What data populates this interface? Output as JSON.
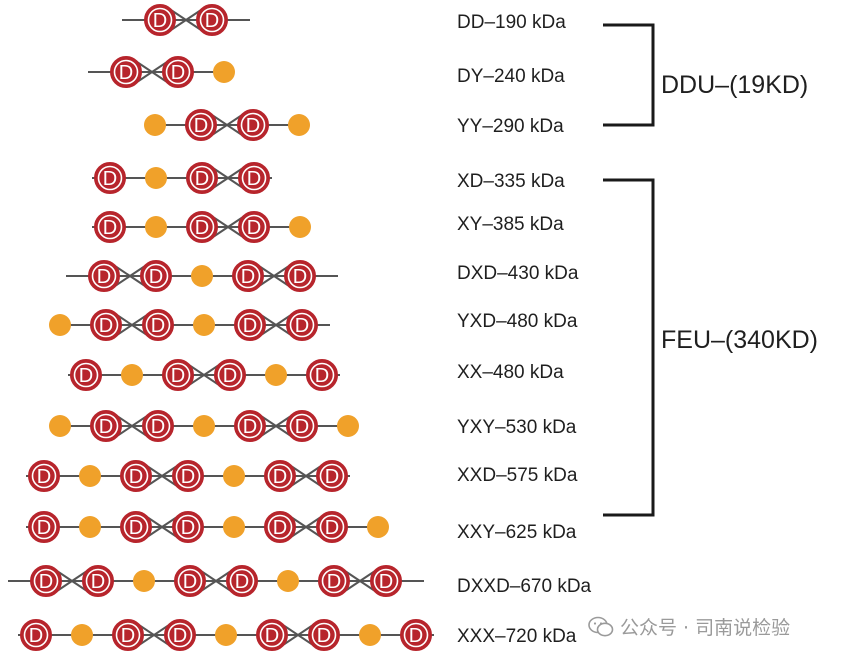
{
  "colors": {
    "d_domain": "#b7252c",
    "d_outline": "#ffffff",
    "e_domain": "#f0a12a",
    "rod": "#555555",
    "bracket": "#1a1a1a",
    "text": "#1f1f1f",
    "watermark": "#9a9a9a"
  },
  "d_letter": "D",
  "molecules": [
    {
      "label": "DD–190 kDa",
      "sequence": "DxD"
    },
    {
      "label": "DY–240 kDa",
      "sequence": "DxDE"
    },
    {
      "label": "YY–290 kDa",
      "sequence": "EDxDE"
    },
    {
      "label": "XD–335 kDa",
      "sequence": "DEDxD"
    },
    {
      "label": "XY–385 kDa",
      "sequence": "DEDxDE"
    },
    {
      "label": "DXD–430 kDa",
      "sequence": "DxDEDxD"
    },
    {
      "label": "YXD–480 kDa",
      "sequence": "EDxDEDxD"
    },
    {
      "label": "XX–480 kDa",
      "sequence": "DEDxDED"
    },
    {
      "label": "YXY–530 kDa",
      "sequence": "EDxDEDxDE"
    },
    {
      "label": "XXD–575 kDa",
      "sequence": "DEDxDEDxD"
    },
    {
      "label": "XXY–625 kDa",
      "sequence": "DEDxDEDxDE"
    },
    {
      "label": "DXXD–670 kDa",
      "sequence": "DxDEDxDEDxD"
    },
    {
      "label": "XXX–720 kDa",
      "sequence": "DEDxDEDxDED"
    }
  ],
  "groups": [
    {
      "label": "DDU–(19KD)"
    },
    {
      "label": "FEU–(340KD)"
    }
  ],
  "watermark": {
    "text": "公众号 · 司南说检验"
  }
}
